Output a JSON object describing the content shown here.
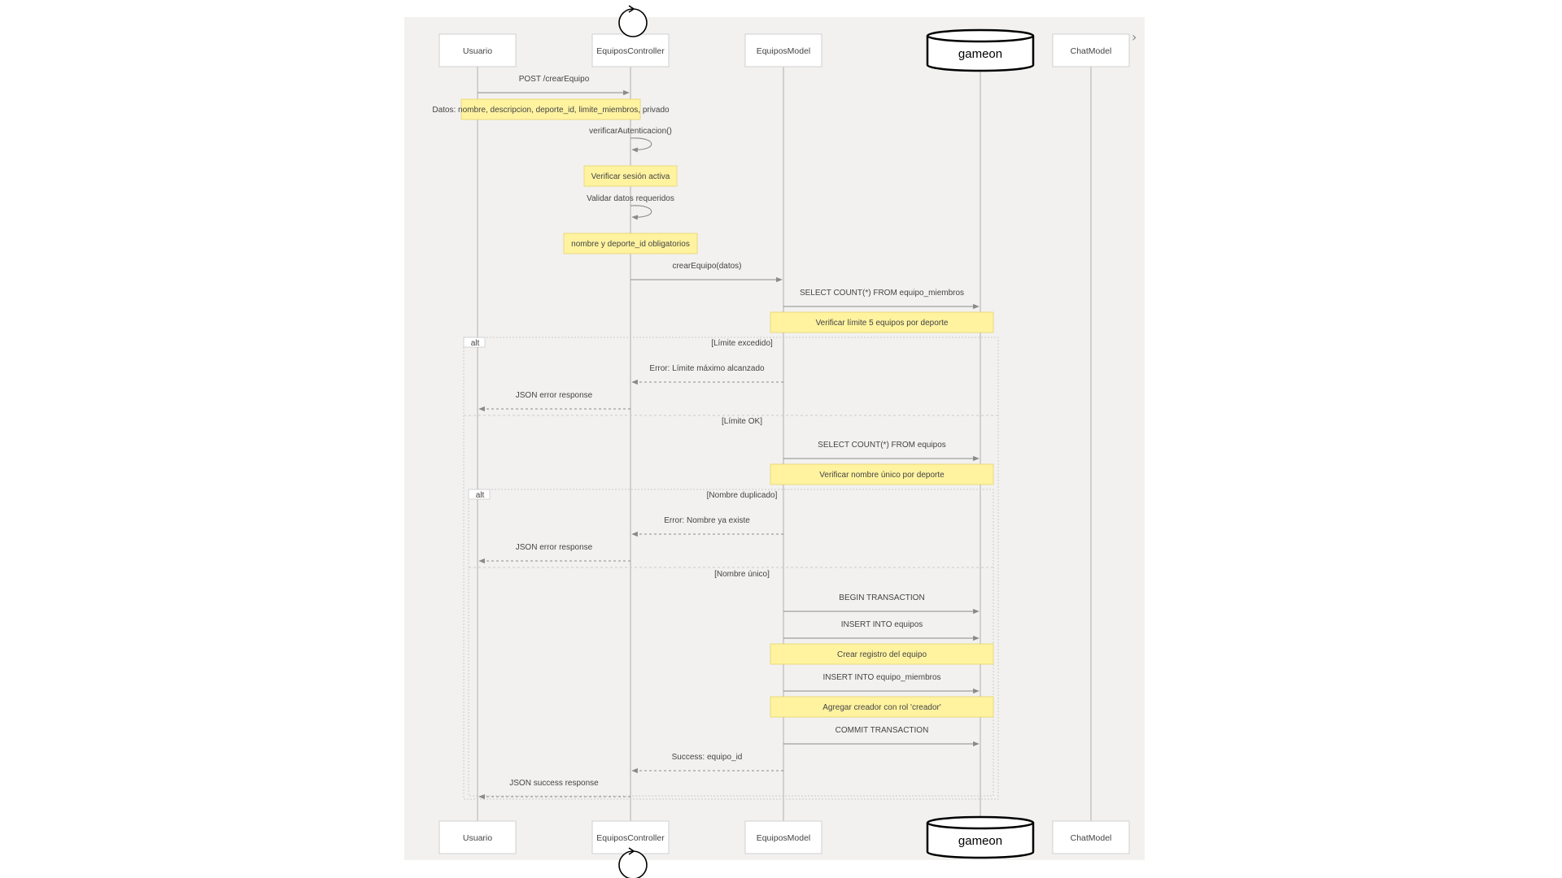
{
  "participants": [
    {
      "id": "usuario",
      "label": "Usuario",
      "kind": "box"
    },
    {
      "id": "controller",
      "label": "EquiposController",
      "kind": "control"
    },
    {
      "id": "model",
      "label": "EquiposModel",
      "kind": "box"
    },
    {
      "id": "db",
      "label": "gameon",
      "kind": "database"
    },
    {
      "id": "chat",
      "label": "ChatModel",
      "kind": "box"
    }
  ],
  "messages": [
    {
      "from": "usuario",
      "to": "controller",
      "label": "POST /crearEquipo",
      "style": "solid"
    },
    {
      "note": "Datos: nombre, descripcion, deporte_id, limite_miembros, privado",
      "over": [
        "usuario",
        "controller"
      ]
    },
    {
      "self": "controller",
      "label": "verificarAutenticacion()"
    },
    {
      "note": "Verificar sesión activa",
      "over": [
        "controller"
      ]
    },
    {
      "self": "controller",
      "label": "Validar datos requeridos"
    },
    {
      "note": "nombre y deporte_id obligatorios",
      "over": [
        "controller"
      ]
    },
    {
      "from": "controller",
      "to": "model",
      "label": "crearEquipo(datos)",
      "style": "solid"
    },
    {
      "from": "model",
      "to": "db",
      "label": "SELECT COUNT(*) FROM equipo_miembros",
      "style": "solid"
    },
    {
      "note": "Verificar límite 5 equipos por deporte",
      "over": [
        "model",
        "db"
      ]
    },
    {
      "from": "model",
      "to": "controller",
      "label": "Error: Límite máximo alcanzado",
      "style": "dashed"
    },
    {
      "from": "controller",
      "to": "usuario",
      "label": "JSON error response",
      "style": "dashed"
    },
    {
      "from": "model",
      "to": "db",
      "label": "SELECT COUNT(*) FROM equipos",
      "style": "solid"
    },
    {
      "note": "Verificar nombre único por deporte",
      "over": [
        "model",
        "db"
      ]
    },
    {
      "from": "model",
      "to": "controller",
      "label": "Error: Nombre ya existe",
      "style": "dashed"
    },
    {
      "from": "controller",
      "to": "usuario",
      "label": "JSON error response",
      "style": "dashed"
    },
    {
      "from": "model",
      "to": "db",
      "label": "BEGIN TRANSACTION",
      "style": "solid"
    },
    {
      "from": "model",
      "to": "db",
      "label": "INSERT INTO equipos",
      "style": "solid"
    },
    {
      "note": "Crear registro del equipo",
      "over": [
        "model",
        "db"
      ]
    },
    {
      "from": "model",
      "to": "db",
      "label": "INSERT INTO equipo_miembros",
      "style": "solid"
    },
    {
      "note": "Agregar creador con rol 'creador'",
      "over": [
        "model",
        "db"
      ]
    },
    {
      "from": "model",
      "to": "db",
      "label": "COMMIT TRANSACTION",
      "style": "solid"
    },
    {
      "from": "model",
      "to": "controller",
      "label": "Success: equipo_id",
      "style": "dashed"
    },
    {
      "from": "controller",
      "to": "usuario",
      "label": "JSON success response",
      "style": "dashed"
    }
  ],
  "fragments": [
    {
      "keyword": "alt",
      "guards": [
        "[Límite excedido]",
        "[Límite OK]"
      ]
    },
    {
      "keyword": "alt",
      "guards": [
        "[Nombre duplicado]",
        "[Nombre único]"
      ]
    }
  ],
  "colors": {
    "canvas": "#f2f1f0",
    "box_fill": "#ffffff",
    "box_border": "#d0d0d0",
    "lifeline": "#bbbbbb",
    "arrow": "#8a8a8a",
    "text": "#444444",
    "note_fill": "#fff3a0",
    "note_border": "#e6d36a",
    "fragment_border": "#cccccc"
  }
}
